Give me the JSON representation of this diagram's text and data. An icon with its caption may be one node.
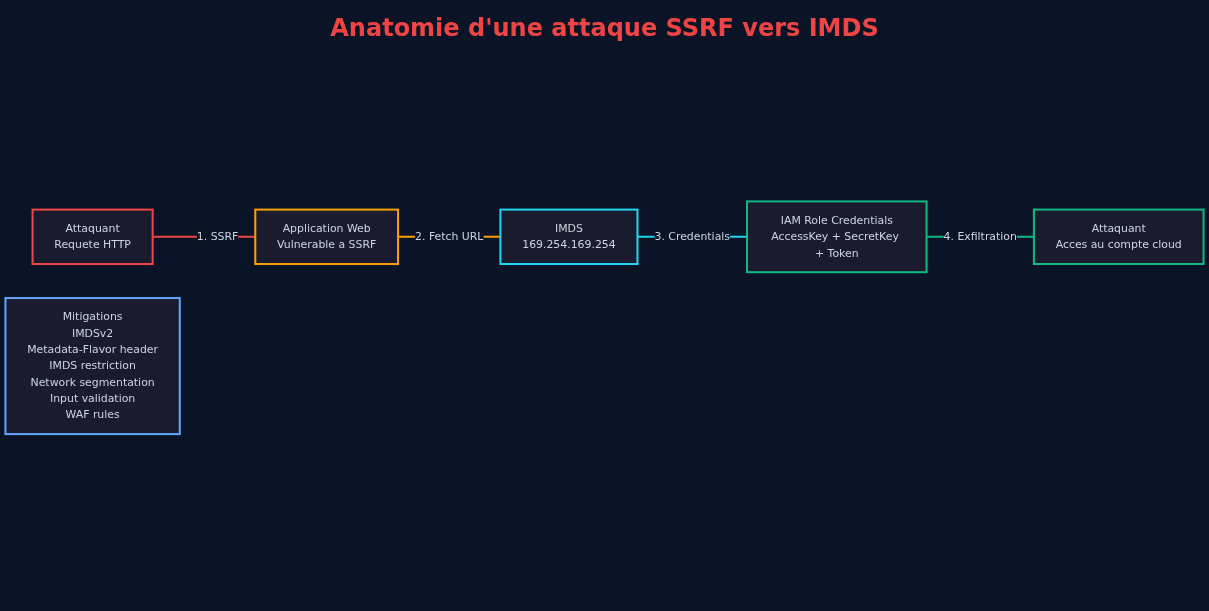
{
  "diagram": {
    "title": "Anatomie d'une attaque SSRF vers IMDS",
    "nodes": [
      {
        "text": [
          "Attaquant",
          "Requete HTTP"
        ]
      },
      {
        "text": [
          "Application Web",
          "Vulnerable a SSRF"
        ]
      },
      {
        "text": [
          "IMDS",
          "169.254.169.254"
        ]
      },
      {
        "text": [
          "IAM Role Credentials",
          "AccessKey + SecretKey + Token"
        ]
      },
      {
        "text": [
          "Attaquant",
          "Acces au compte cloud"
        ]
      },
      {
        "text": [
          "Mitigations",
          "IMDSv2",
          "Metadata-Flavor header",
          "IMDS restriction",
          "Network segmentation",
          "Input validation",
          "WAF rules"
        ]
      }
    ],
    "edges": [
      {
        "from": 0,
        "to": 1,
        "arrow": "none",
        "label": "1. SSRF",
        "color": "#ef4444"
      },
      {
        "from": 1,
        "to": 2,
        "arrow": "none",
        "label": "2. Fetch URL",
        "color": "#f59e0b"
      },
      {
        "from": 2,
        "to": 3,
        "arrow": "none",
        "label": "3. Credentials",
        "color": "#22d3ee"
      },
      {
        "from": 3,
        "to": 4,
        "arrow": "none",
        "label": "4. Exfiltration",
        "color": "#10b981"
      }
    ]
  }
}
